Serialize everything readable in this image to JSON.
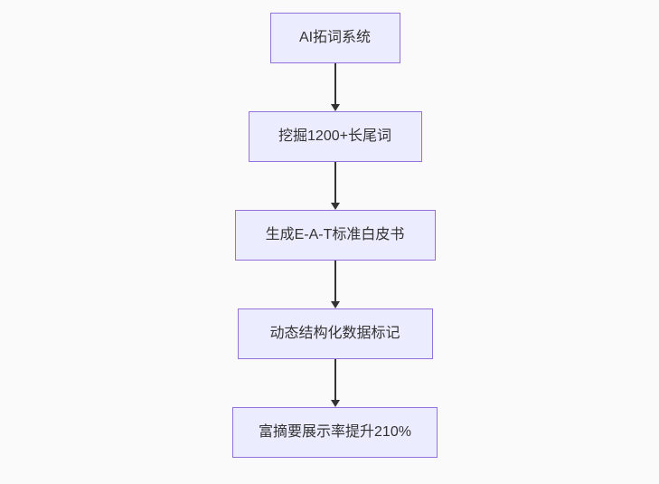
{
  "chart_data": {
    "type": "flowchart",
    "direction": "top-down",
    "nodes": [
      {
        "label": "AI拓词系统"
      },
      {
        "label": "挖掘1200+长尾词"
      },
      {
        "label": "生成E-A-T标准白皮书"
      },
      {
        "label": "动态结构化数据标记"
      },
      {
        "label": "富摘要展示率提升210%"
      }
    ],
    "edges": [
      {
        "from": 0,
        "to": 1
      },
      {
        "from": 1,
        "to": 2
      },
      {
        "from": 2,
        "to": 3
      },
      {
        "from": 3,
        "to": 4
      }
    ]
  },
  "flowchart": {
    "nodes": [
      {
        "label": "AI拓词系统"
      },
      {
        "label": "挖掘1200+长尾词"
      },
      {
        "label": "生成E-A-T标准白皮书"
      },
      {
        "label": "动态结构化数据标记"
      },
      {
        "label": "富摘要展示率提升210%"
      }
    ]
  },
  "colors": {
    "bg": "#fafafa",
    "node-fill": "#ECECFF",
    "node-border": "#9370DB",
    "text": "#333333",
    "edge": "#333333"
  }
}
